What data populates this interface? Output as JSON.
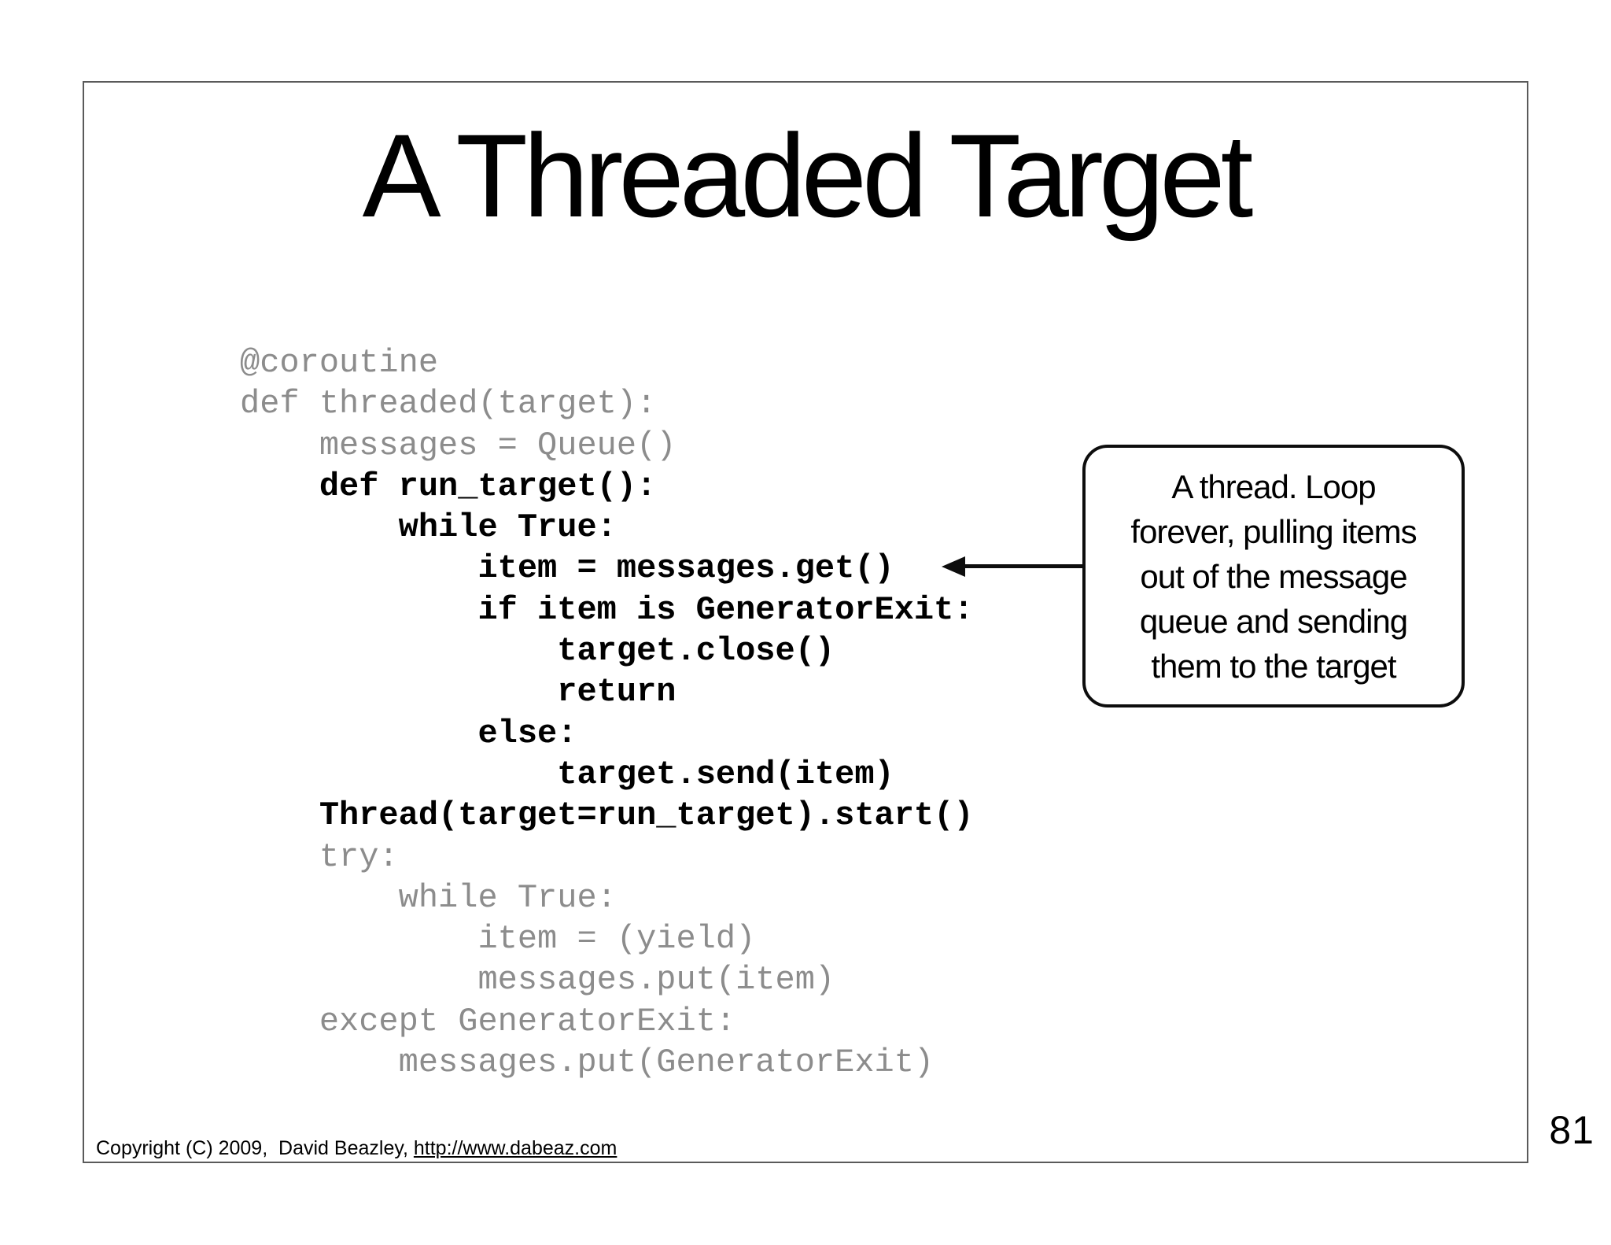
{
  "slide": {
    "title": "A Threaded Target",
    "page_number": "81",
    "footer": {
      "copyright_text": "Copyright (C) 2009,  David Beazley, ",
      "link": "http://www.dabeaz.com"
    },
    "code": {
      "lines": [
        {
          "text": "@coroutine",
          "indent": 0,
          "style": "dim"
        },
        {
          "text": "def threaded(target):",
          "indent": 0,
          "style": "dim"
        },
        {
          "text": "messages = Queue()",
          "indent": 4,
          "style": "dim"
        },
        {
          "text": "def run_target():",
          "indent": 4,
          "style": "bold"
        },
        {
          "text": "while True:",
          "indent": 8,
          "style": "bold"
        },
        {
          "text": "item = messages.get()",
          "indent": 12,
          "style": "bold"
        },
        {
          "text": "if item is GeneratorExit:",
          "indent": 12,
          "style": "bold"
        },
        {
          "text": "target.close()",
          "indent": 16,
          "style": "bold"
        },
        {
          "text": "return",
          "indent": 16,
          "style": "bold"
        },
        {
          "text": "else:",
          "indent": 12,
          "style": "bold"
        },
        {
          "text": "target.send(item)",
          "indent": 16,
          "style": "bold"
        },
        {
          "text": "Thread(target=run_target).start()",
          "indent": 4,
          "style": "bold"
        },
        {
          "text": "try:",
          "indent": 4,
          "style": "dim"
        },
        {
          "text": "while True:",
          "indent": 8,
          "style": "dim"
        },
        {
          "text": "item = (yield)",
          "indent": 12,
          "style": "dim"
        },
        {
          "text": "messages.put(item)",
          "indent": 12,
          "style": "dim"
        },
        {
          "text": "except GeneratorExit:",
          "indent": 4,
          "style": "dim"
        },
        {
          "text": "messages.put(GeneratorExit)",
          "indent": 8,
          "style": "dim"
        }
      ]
    },
    "callout": {
      "lines": [
        "A thread. Loop",
        "forever, pulling items",
        "out of the message",
        "queue and sending",
        "them to the target"
      ]
    },
    "colors": {
      "code_dim": "#8c8c8c",
      "code_bold": "#000000",
      "ink": "#0d0d0d"
    }
  }
}
